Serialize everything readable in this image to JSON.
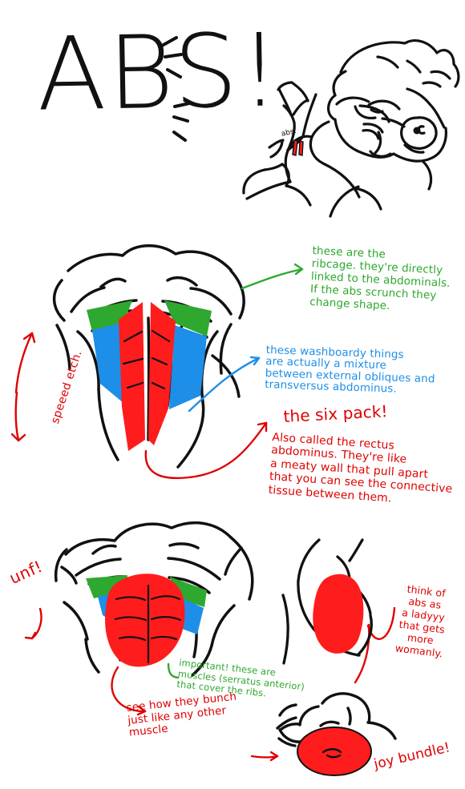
{
  "title": "ABS!",
  "sidebar_bubble": {
    "label": "abs."
  },
  "notes": {
    "ribcage": "these are the\nribcage. they're directly\nlinked to the abdominals.\nIf the abs scrunch they\nchange shape.",
    "washboard": "these washboardy things\nare actually a mixture\nbetween external obliques and\ntransversus abdominus.",
    "six_pack_title": "the six pack!",
    "six_pack_body": "Also called the rectus\nabdominus. They're like\na meaty wall that pull apart\nthat you can see the connective\ntissue between them.",
    "speed_stretch": "speeed etch.",
    "important": "important! these are\nmuscles (serratus anterior)\nthat cover the ribs.",
    "bunch": "see how they bunch\njust like any other\nmuscle",
    "unf": "unf!",
    "think": "think of\nabs as\na ladyyy\nthat gets\nmore womanly.",
    "joy": "joy bundle!"
  },
  "colors": {
    "green": "#2ea82e",
    "blue": "#1d8fe8",
    "red": "#e00000",
    "black": "#111111"
  },
  "icons": {
    "title_marks": "title-emphasis-marks",
    "arrow_right": "arrow-right-icon",
    "arrow_curve": "curved-arrow-icon"
  }
}
